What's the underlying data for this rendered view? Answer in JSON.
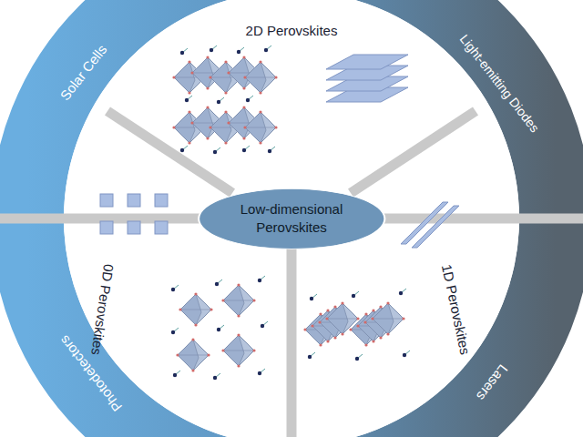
{
  "diagram": {
    "nodes": [
      {
        "text": [
          "Low-dimensional Perovskites"
        ]
      }
    ],
    "labels": [
      "2D Perovskites",
      "Solar Cells",
      "Light-emitting Diodes",
      "1D Perovskites",
      "0D Perovskites",
      "Lasers",
      "Photodetectors"
    ]
  }
}
